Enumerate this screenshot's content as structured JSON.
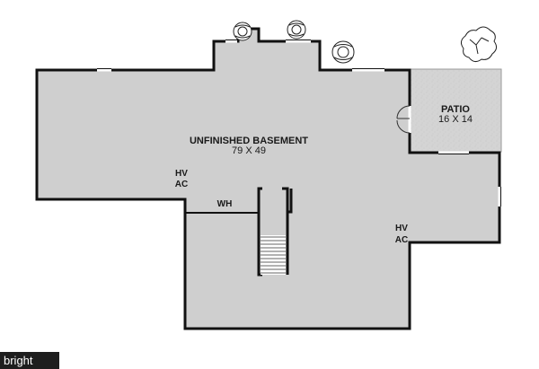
{
  "rooms": {
    "basement_name": "UNFINISHED BASEMENT",
    "basement_size": "79 X 49",
    "patio_name": "PATIO",
    "patio_size": "16 X 14"
  },
  "labels": {
    "hvac_left_line1": "HV",
    "hvac_left_line2": "AC",
    "hvac_right_line1": "HV",
    "hvac_right_line2": "AC",
    "water_heater": "WH"
  },
  "watermark": "bright",
  "colors": {
    "floor": "#cfcfcf",
    "patio": "#d4d4d4",
    "wall": "#111111",
    "background": "#ffffff"
  }
}
